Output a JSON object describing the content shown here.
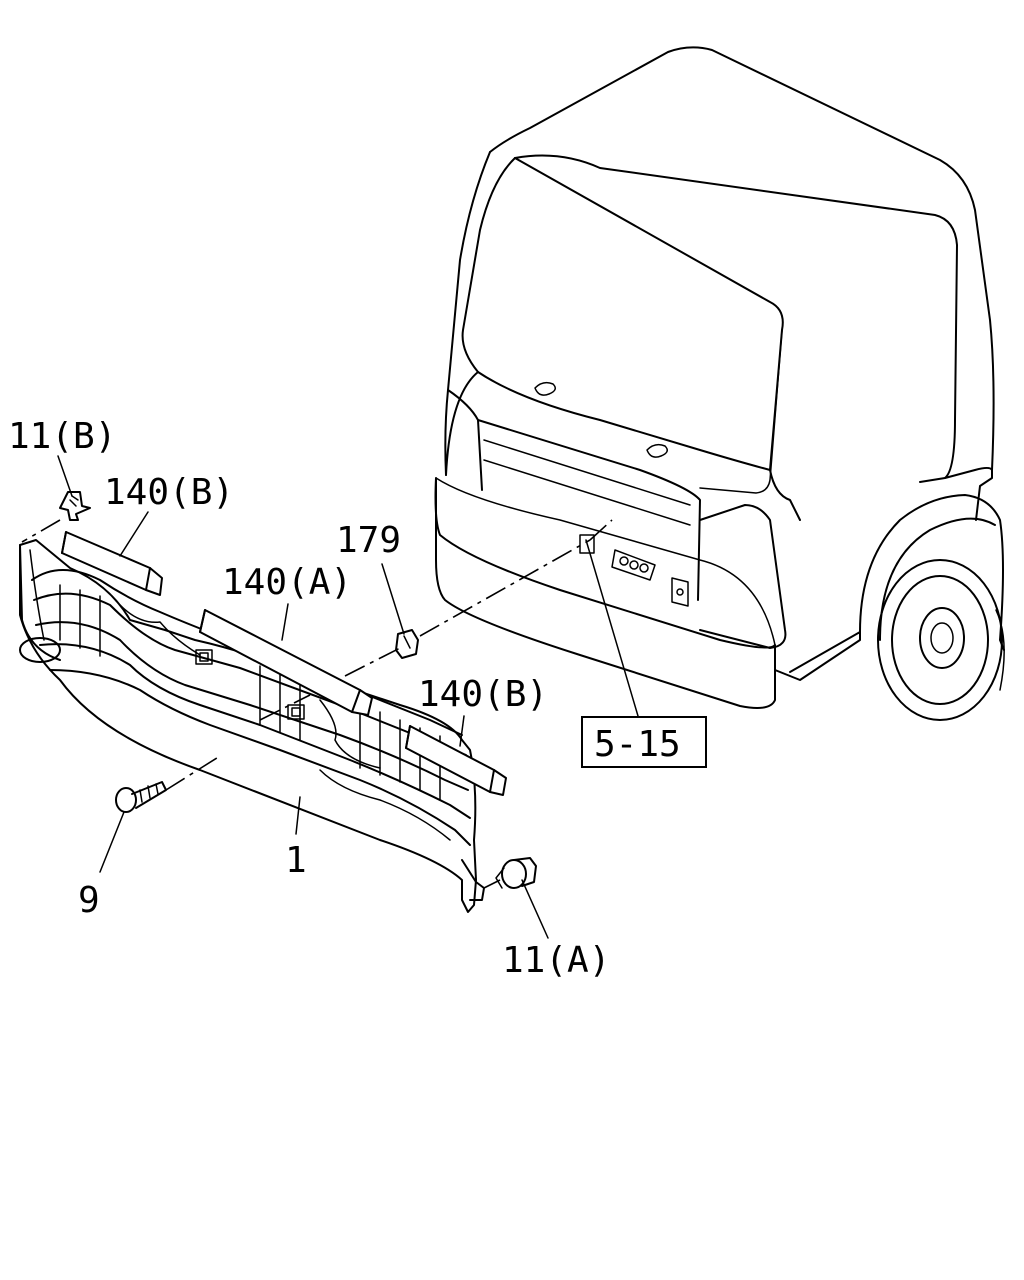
{
  "callouts": {
    "c_11b": "11(B)",
    "c_140b_top": "140(B)",
    "c_179": "179",
    "c_140a": "140(A)",
    "c_140b_right": "140(B)",
    "c_515": "5-15",
    "c_1": "1",
    "c_9": "9",
    "c_11a": "11(A)"
  }
}
